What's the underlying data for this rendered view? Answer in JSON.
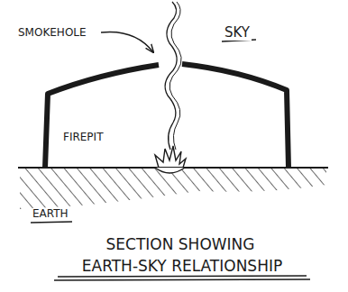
{
  "diagram": {
    "labels": [
      "SKY",
      "SMOKEHOLE",
      "FIREPIT",
      "EARTH",
      "SECTION SHOWING",
      "EARTH-SKY RELATIONSHIP"
    ]
  }
}
